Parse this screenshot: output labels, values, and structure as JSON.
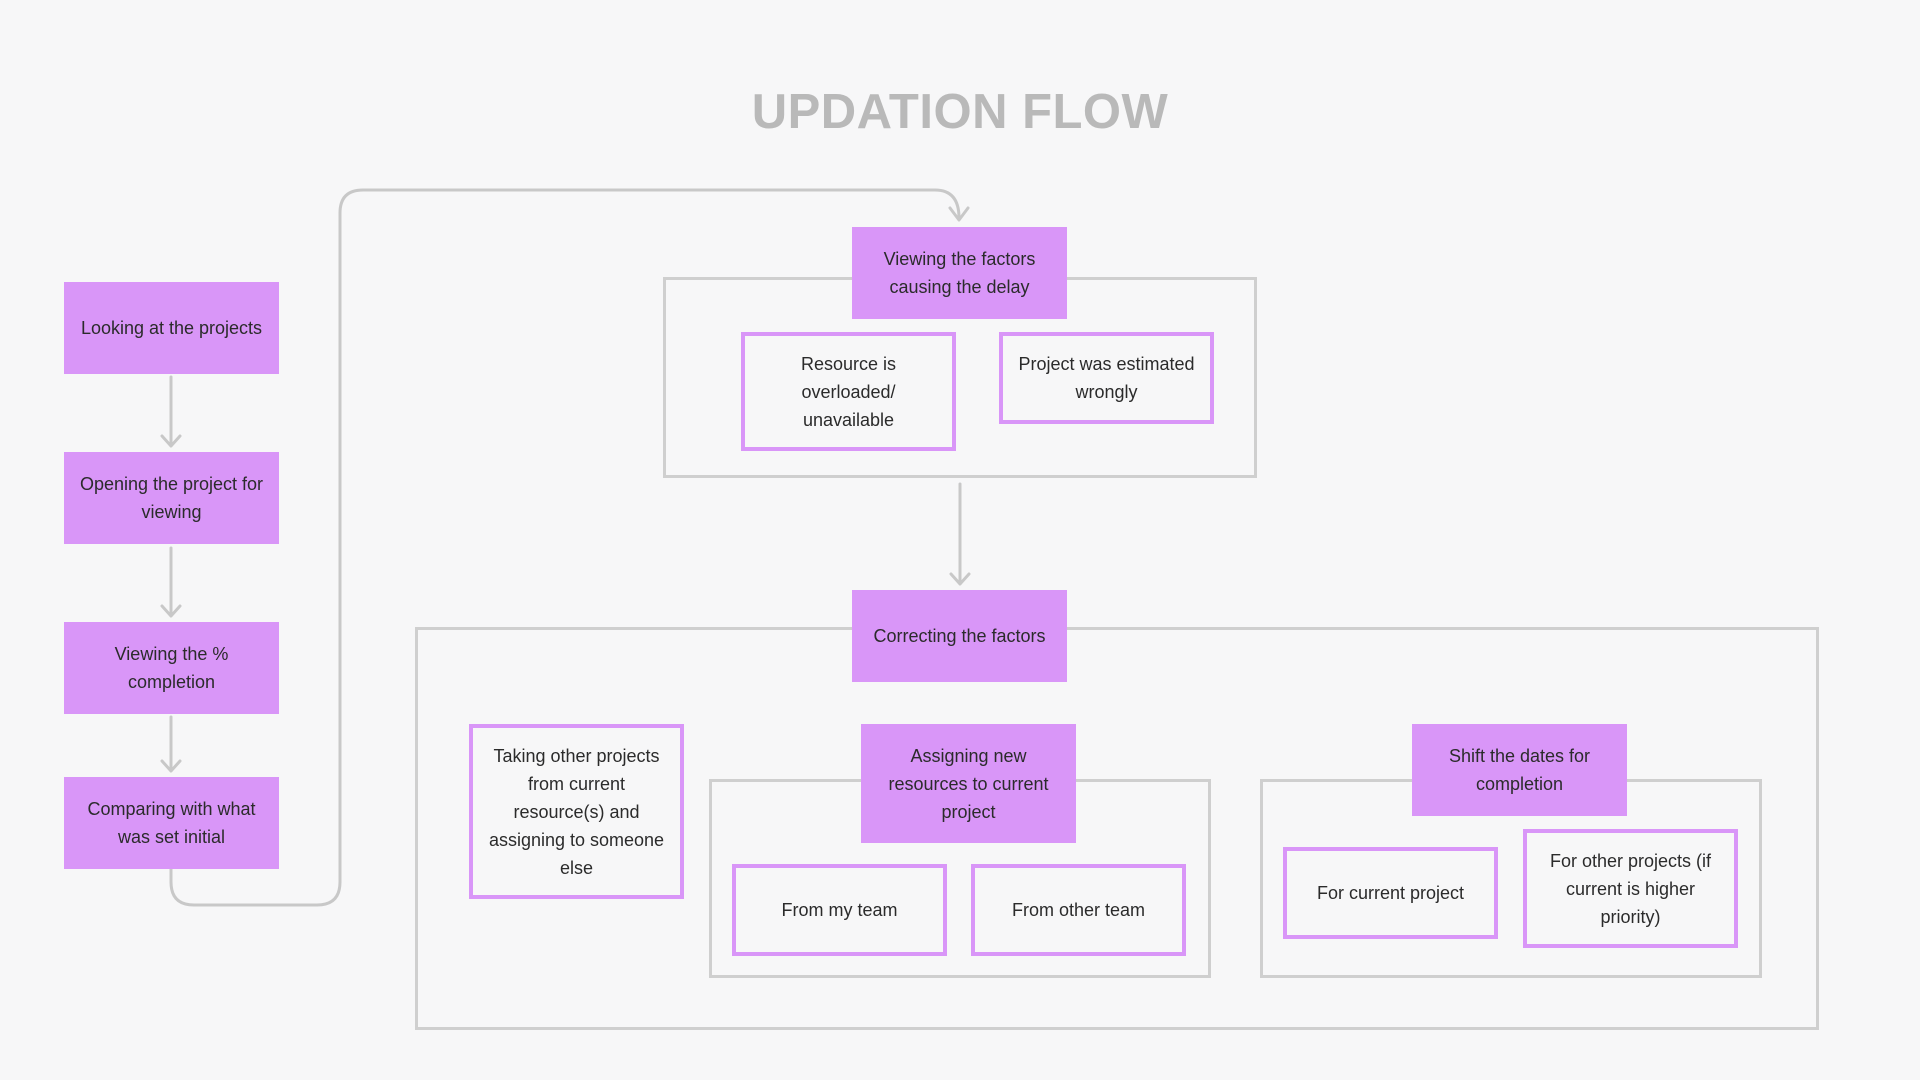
{
  "title": "UPDATION FLOW",
  "colors": {
    "node_fill": "#d996f8",
    "node_outline": "#d996f8",
    "connector": "#c8c8c8",
    "group_border": "#cfcfcf",
    "title": "#b9b9b9",
    "background": "#f7f7f8"
  },
  "left_flow": [
    "Looking at the projects",
    "Opening the project for viewing",
    "Viewing the % completion",
    "Comparing with what was set initial"
  ],
  "factors": {
    "header": "Viewing the factors causing the delay",
    "items": [
      "Resource is overloaded/ unavailable",
      "Project was estimated wrongly"
    ]
  },
  "correcting": {
    "header": "Correcting the factors",
    "taking_other": "Taking other projects from current resource(s) and assigning to someone else",
    "assigning": {
      "header": "Assigning new resources to current project",
      "items": [
        "From my team",
        "From other team"
      ]
    },
    "shift": {
      "header": "Shift the dates for completion",
      "items": [
        "For current project",
        "For other projects (if current is higher priority)"
      ]
    }
  }
}
